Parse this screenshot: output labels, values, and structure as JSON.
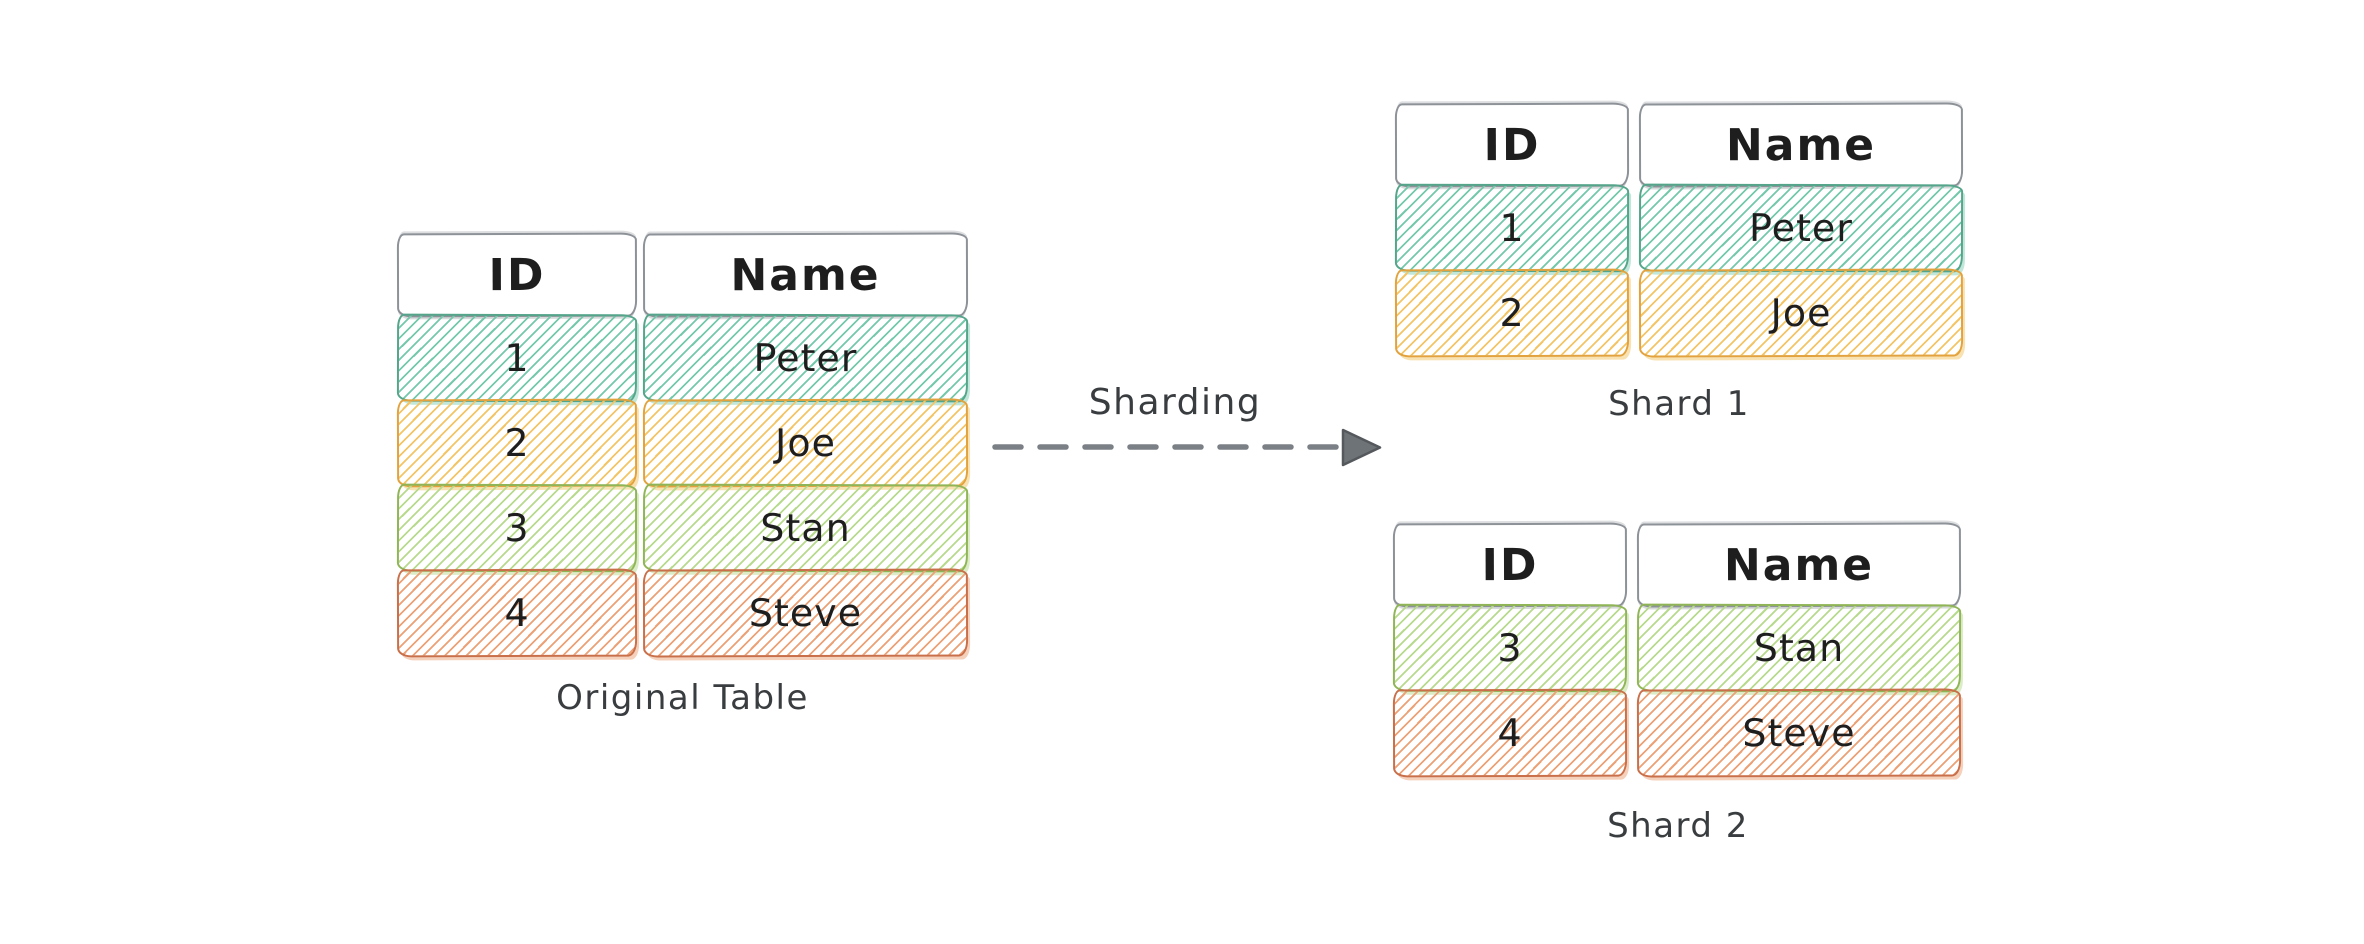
{
  "original_table": {
    "label": "Original Table",
    "headers": {
      "id": "ID",
      "name": "Name"
    },
    "rows": [
      {
        "id": "1",
        "name": "Peter"
      },
      {
        "id": "2",
        "name": "Joe"
      },
      {
        "id": "3",
        "name": "Stan"
      },
      {
        "id": "4",
        "name": "Steve"
      }
    ]
  },
  "arrow": {
    "label": "Sharding"
  },
  "shard1": {
    "label": "Shard 1",
    "headers": {
      "id": "ID",
      "name": "Name"
    },
    "rows": [
      {
        "id": "1",
        "name": "Peter"
      },
      {
        "id": "2",
        "name": "Joe"
      }
    ]
  },
  "shard2": {
    "label": "Shard 2",
    "headers": {
      "id": "ID",
      "name": "Name"
    },
    "rows": [
      {
        "id": "3",
        "name": "Stan"
      },
      {
        "id": "4",
        "name": "Steve"
      }
    ]
  },
  "palette": {
    "row_teal_border": "#55a58b",
    "row_teal_hatch": "#74c9ab",
    "row_amber_border": "#e2a33e",
    "row_amber_hatch": "#f4c566",
    "row_green_border": "#90b557",
    "row_green_hatch": "#b8da8d",
    "row_red_border": "#c96f49",
    "row_red_hatch": "#eca176",
    "header_border": "#8d9298",
    "arrow_gray": "#7b8086",
    "cell_text": "#1e1e1e",
    "caption_text": "#3a3d40",
    "background": "#ffffff"
  }
}
